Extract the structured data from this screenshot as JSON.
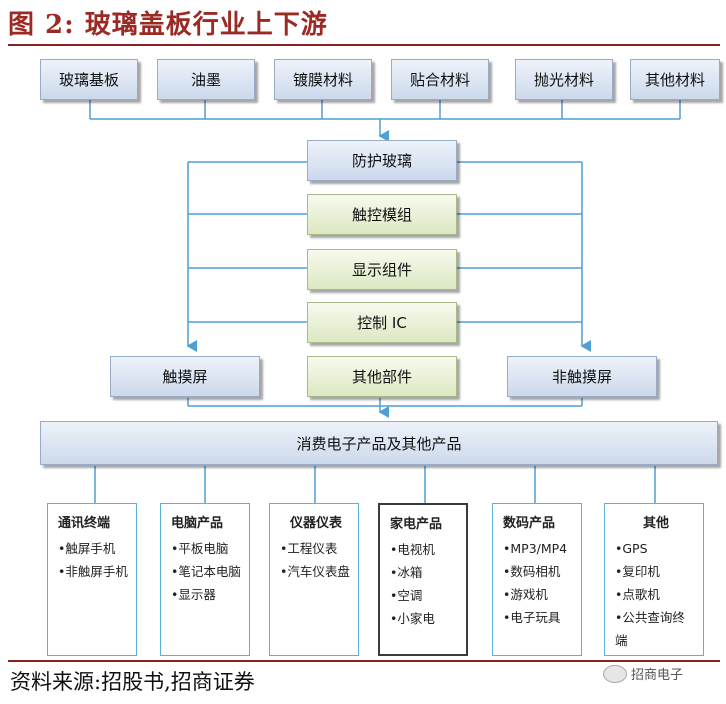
{
  "title": "图 2:  玻璃盖板行业上下游",
  "inputs": [
    "玻璃基板",
    "油墨",
    "镀膜材料",
    "贴合材料",
    "抛光材料",
    "其他材料"
  ],
  "center": {
    "main": "防护玻璃",
    "components": [
      "触控模组",
      "显示组件",
      "控制 IC"
    ],
    "other": "其他部件"
  },
  "screens": {
    "touch": "触摸屏",
    "non_touch": "非触摸屏"
  },
  "consumer": "消费电子产品及其他产品",
  "categories": [
    {
      "name": "通讯终端",
      "items": [
        "•触屏手机",
        "•非触屏手机"
      ]
    },
    {
      "name": "电脑产品",
      "items": [
        "•平板电脑",
        "•笔记本电脑",
        "•显示器"
      ]
    },
    {
      "name": "仪器仪表",
      "items": [
        "•工程仪表",
        "•汽车仪表盘"
      ]
    },
    {
      "name": "家电产品",
      "items": [
        "•电视机",
        "•冰箱",
        "•空调",
        "•小家电"
      ]
    },
    {
      "name": "数码产品",
      "items": [
        "•MP3/MP4",
        "•数码相机",
        "•游戏机",
        "•电子玩具"
      ]
    },
    {
      "name": "其他",
      "items": [
        "•GPS",
        "•复印机",
        "•点歌机",
        "•公共查询终端"
      ]
    }
  ],
  "source": "资料来源:招股书,招商证券",
  "watermark": "招商电子",
  "colors": {
    "title": "#9b2a25",
    "connector": "#4f9fd0",
    "category_border": "#5fb0d8"
  }
}
